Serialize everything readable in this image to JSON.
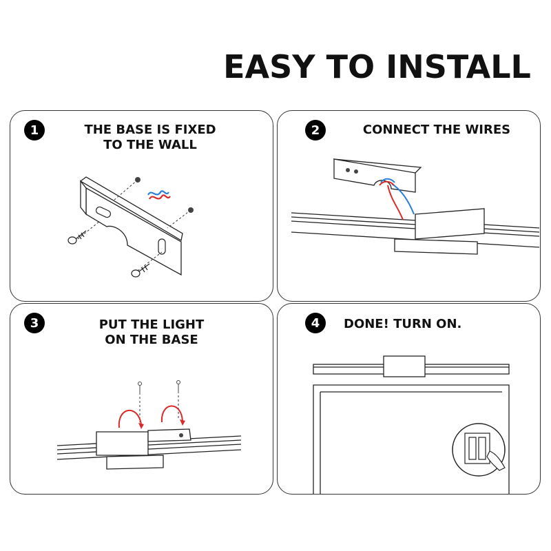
{
  "title": "EASY TO INSTALL",
  "steps": [
    {
      "number": "1",
      "line1": "THE BASE IS FIXED",
      "line2": "TO THE WALL"
    },
    {
      "number": "2",
      "line1": "CONNECT THE WIRES",
      "line2": ""
    },
    {
      "number": "3",
      "line1": "PUT THE LIGHT",
      "line2": "ON THE BASE"
    },
    {
      "number": "4",
      "line1": "DONE!  TURN ON.",
      "line2": ""
    }
  ],
  "colors": {
    "wire_red": "#d92a2a",
    "wire_blue": "#2a7fd9",
    "arrow_red": "#d92a2a",
    "line": "#222222"
  }
}
